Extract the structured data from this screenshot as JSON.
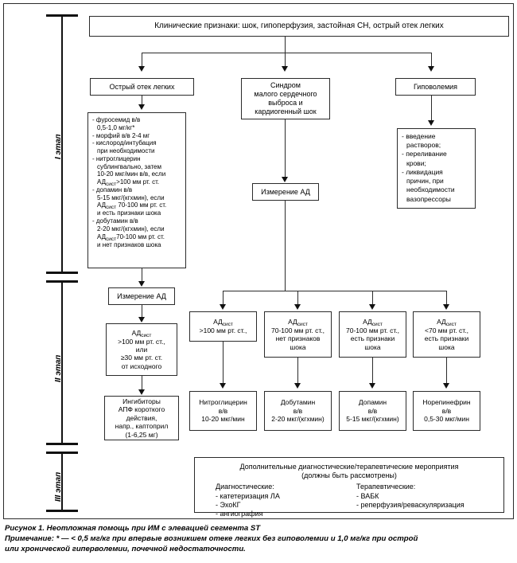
{
  "figure": {
    "caption_title": "Рисунок 1. Неотложная помощь при ИМ с элевацией сегмента ST",
    "caption_note_line1": "Примечание: * — < 0,5 мг/кг при впервые возникшем отеке легких без гиповолемии и 1,0 мг/кг при острой",
    "caption_note_line2": "или хронической гиперволемии, почечной недостаточности."
  },
  "stages": {
    "stage1": "I этап",
    "stage2": "II этап",
    "stage3": "III этап"
  },
  "nodes": {
    "root": "Клинические признаки: шок, гипоперфузия, застойная СН, острый отек легких",
    "pulmonary_edema": "Острый отек легких",
    "low_output": {
      "line1": "Синдром",
      "line2": "малого сердечного",
      "line3": "выброса и",
      "line4": "кардиогенный шок"
    },
    "hypovolemia": "Гиповолемия",
    "bp_measure_mid": "Измерение АД",
    "bp_measure_left": "Измерение АД",
    "treatment_list": [
      "- фуросемид в/в",
      "0,5-1,0 мг/кг*",
      "- морфий в/в 2-4 мг",
      "- кислород/интубация",
      "при необходимости",
      "- нитроглицерин",
      "сублингвально, затем",
      "10-20 мкг/мин в/в, если",
      "АДсист>100 мм рт. ст.",
      "- допамин в/в",
      "5-15 мкг/(кгхмин), если",
      "АДсист 70-100 мм рт. ст.",
      "и есть признаки шока",
      "- добутамин в/в",
      "2-20 мкг/(кгхмин), если",
      "АДсист70-100 мм рт. ст.",
      "и нет признаков шока"
    ],
    "hypovolemia_actions": [
      "- введение",
      "растворов;",
      "- переливание",
      "крови;",
      "- ликвидация",
      "причин, при",
      "необходимости",
      "вазопрессоры"
    ],
    "bp_high_left": {
      "line1": "АДсист",
      "line2": ">100 мм рт. ст.,",
      "line3": "или",
      "line4": "≥30 мм рт. ст.",
      "line5": "от исходного"
    },
    "ace_inhibitors": {
      "line1": "Ингибиторы",
      "line2": "АПФ короткого",
      "line3": "действия,",
      "line4": "напр., каптоприл",
      "line5": "(1-6,25 мг)"
    },
    "bp_branches": [
      {
        "line1": "АДсист",
        "line2": ">100 мм рт. ст.,",
        "line3": "",
        "line4": ""
      },
      {
        "line1": "АДсист",
        "line2": "70-100 мм рт. ст.,",
        "line3": "нет признаков",
        "line4": "шока"
      },
      {
        "line1": "АДсист",
        "line2": "70-100 мм рт. ст.,",
        "line3": "есть признаки",
        "line4": "шока"
      },
      {
        "line1": "АДсист",
        "line2": "<70 мм рт. ст.,",
        "line3": "есть признаки",
        "line4": "шока"
      }
    ],
    "drugs": [
      {
        "name": "Нитроглицерин",
        "route": "в/в",
        "dose": "10-20 мкг/мин"
      },
      {
        "name": "Добутамин",
        "route": "в/в",
        "dose": "2-20 мкг/(кгхмин)"
      },
      {
        "name": "Допамин",
        "route": "в/в",
        "dose": "5-15 мкг/(кгхмин)"
      },
      {
        "name": "Норепинефрин",
        "route": "в/в",
        "dose": "0,5-30 мкг/мин"
      }
    ],
    "additional": {
      "title_line1": "Дополнительные диагностические/терапевтические мероприятия",
      "title_line2": "(должны быть рассмотрены)",
      "diagnostic_header": "Диагностические:",
      "diagnostic_items": [
        "- катетеризация ЛА",
        "- ЭхоКГ",
        "- ангиография"
      ],
      "therapeutic_header": "Терапевтические:",
      "therapeutic_items": [
        "- ВАБК",
        "- реперфузия/реваскуляризация"
      ]
    }
  }
}
